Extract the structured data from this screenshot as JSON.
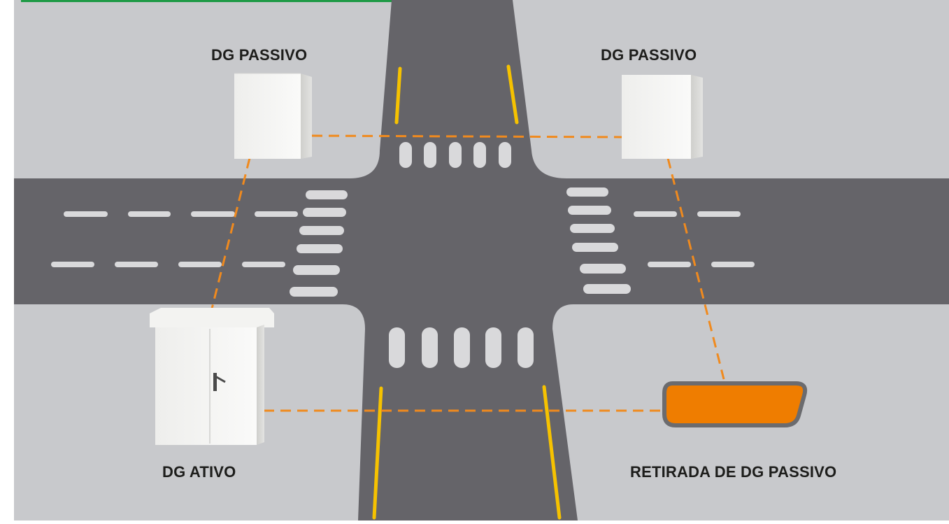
{
  "labels": {
    "cabinet_top_left": "DG PASSIVO",
    "cabinet_top_right": "DG PASSIVO",
    "cabinet_bottom_left": "DG ATIVO",
    "removed_cabinet": "RETIRADA DE DG PASSIVO"
  },
  "colors": {
    "background": "#c8c9cc",
    "road": "#656469",
    "road_marking": "#d9d9db",
    "center_line": "#f6c200",
    "connection_line": "#f08a1e",
    "removed_marker_fill": "#ef7d00",
    "removed_marker_border": "#6b6b6e",
    "header_strip": "#1f9a46"
  }
}
